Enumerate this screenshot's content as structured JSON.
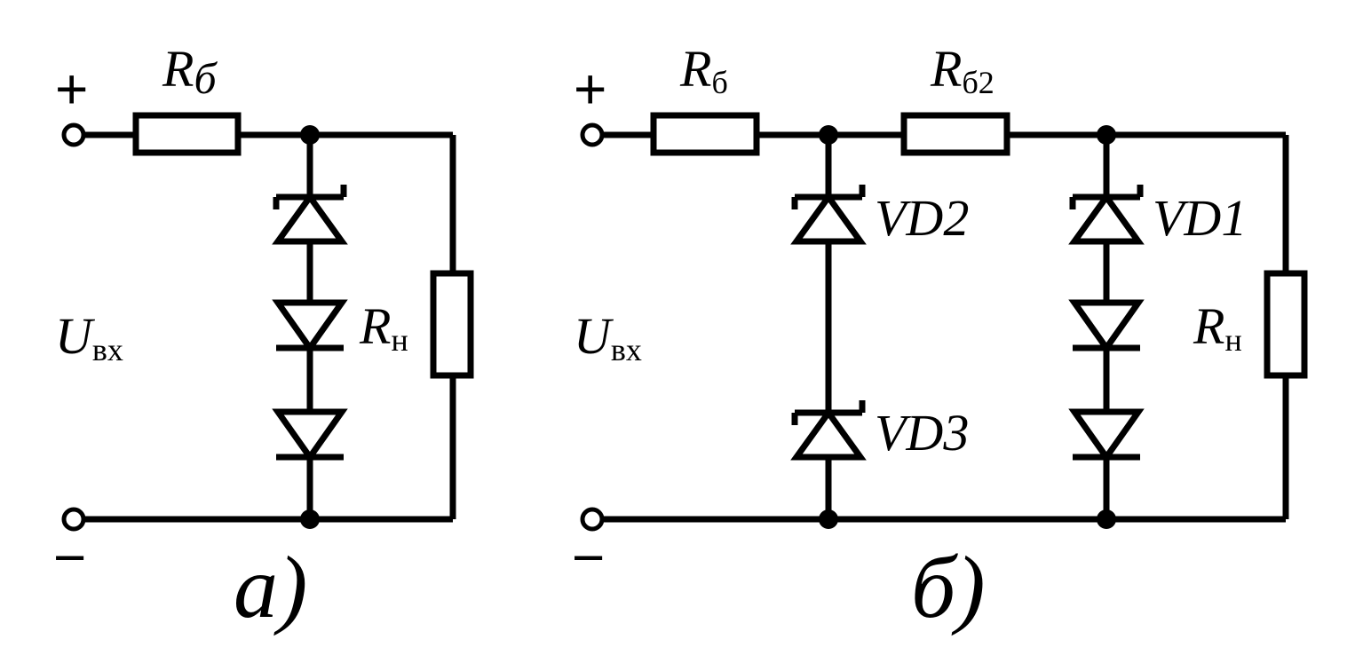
{
  "circuit_a": {
    "plus": "+",
    "minus": "−",
    "input_voltage": {
      "main": "U",
      "sub": "вх"
    },
    "series_resistor": {
      "main": "R",
      "sub": "б"
    },
    "load_resistor": {
      "main": "R",
      "sub": "н"
    },
    "caption": "а)"
  },
  "circuit_b": {
    "plus": "+",
    "minus": "−",
    "input_voltage": {
      "main": "U",
      "sub": "вх"
    },
    "series_resistor_1": {
      "main": "R",
      "sub": "б"
    },
    "series_resistor_2": {
      "main": "R",
      "sub": "б2"
    },
    "diode_vd1": "VD1",
    "diode_vd2": "VD2",
    "diode_vd3": "VD3",
    "load_resistor": {
      "main": "R",
      "sub": "н"
    },
    "caption": "б)"
  },
  "colors": {
    "line": "#000000",
    "background": "#ffffff"
  }
}
